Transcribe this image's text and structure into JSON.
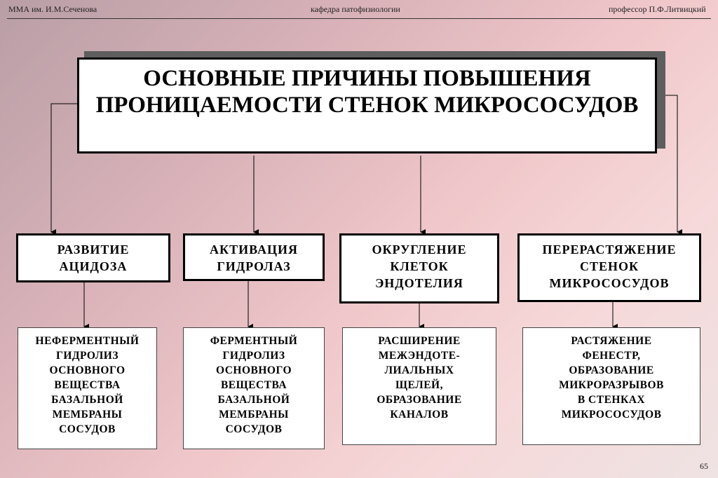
{
  "header": {
    "left": "ММА им. И.М.Сеченова",
    "center": "кафедра патофизиологии",
    "right": "профессор П.Ф.Литвицкий"
  },
  "title": "ОСНОВНЫЕ ПРИЧИНЫ ПОВЫШЕНИЯ\nПРОНИЦАЕМОСТИ СТЕНОК МИКРОСОСУДОВ",
  "causes": [
    {
      "label": "РАЗВИТИЕ\nАЦИДОЗА",
      "effect": "НЕФЕРМЕНТНЫЙ\nГИДРОЛИЗ\nОСНОВНОГО\nВЕЩЕСТВА\nБАЗАЛЬНОЙ\nМЕМБРАНЫ\nСОСУДОВ"
    },
    {
      "label": "АКТИВАЦИЯ\nГИДРОЛАЗ",
      "effect": "ФЕРМЕНТНЫЙ\nГИДРОЛИЗ\nОСНОВНОГО\nВЕЩЕСТВА\nБАЗАЛЬНОЙ\nМЕМБРАНЫ\nСОСУДОВ"
    },
    {
      "label": "ОКРУГЛЕНИЕ\nКЛЕТОК\nЭНДОТЕЛИЯ",
      "effect": "РАСШИРЕНИЕ\nМЕЖЭНДОТЕ-\nЛИАЛЬНЫХ\nЩЕЛЕЙ,\nОБРАЗОВАНИЕ\nКАНАЛОВ"
    },
    {
      "label": "ПЕРЕРАСТЯЖЕНИЕ\nСТЕНОК\nМИКРОСОСУДОВ",
      "effect": "РАСТЯЖЕНИЕ\nФЕНЕСТР,\nОБРАЗОВАНИЕ\nМИКРОРАЗРЫВОВ\nВ СТЕНКАХ\nМИКРОСОСУДОВ"
    }
  ],
  "page_number": "65"
}
